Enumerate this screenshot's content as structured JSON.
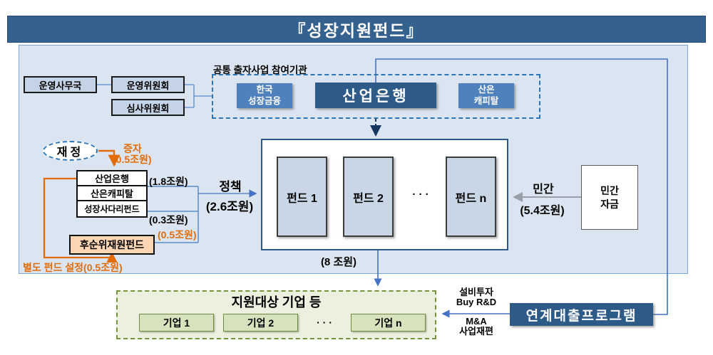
{
  "title": "『성장지원펀드』",
  "governance": {
    "office": "운영사무국",
    "steering": "운영위원회",
    "review": "심사위원회"
  },
  "participants": {
    "label": "공통 출자사업 참여기관",
    "kgf_line1": "한국",
    "kgf_line2": "성장금융",
    "kdb": "산업은행",
    "kdbc_line1": "산은",
    "kdbc_line2": "캐피탈"
  },
  "finance": {
    "label": "재정",
    "increase_label": "증자",
    "increase_amount": "(0.5조원)",
    "sources": [
      "산업은행",
      "산은캐피탈",
      "성장사다리펀드"
    ],
    "amount_kdb": "(1.8조원)",
    "amount_ladder": "(0.3조원)",
    "amount_sub": "(0.5조원)",
    "subordinate_fund": "후순위재원펀드",
    "separate_fund_note": "별도 펀드 설정(0.5조원)"
  },
  "policy": {
    "label": "정책",
    "amount": "(2.6조원)"
  },
  "funds": {
    "items": [
      "펀드 1",
      "펀드 2",
      "펀드 n"
    ],
    "dots": "· · ·",
    "total": "(8 조원)"
  },
  "private": {
    "label": "민간",
    "amount": "(5.4조원)",
    "box_line1": "민간",
    "box_line2": "자금"
  },
  "target": {
    "title": "지원대상 기업 등",
    "companies": [
      "기업 1",
      "기업 2",
      "기업 n"
    ],
    "dots": "· · ·"
  },
  "loan": {
    "purpose_top_line1": "설비투자",
    "purpose_top_line2": "Buy R&D",
    "purpose_bottom_line1": "M&A",
    "purpose_bottom_line2": "사업재편",
    "program": "연계대출프로그램"
  },
  "colors": {
    "title_bar": "#35618F",
    "dark_blue": "#2E5A88",
    "medium_blue": "#4F81BD",
    "container_fill": "#DBE5F1",
    "box_blue": "#C9D6E6",
    "connector_blue": "#4472C4",
    "orange": "#E36C0A",
    "peach": "#FCD5B4",
    "green_fill": "#EBF1DE",
    "green_border": "#77933C",
    "green_box": "#D6E3BC",
    "gray_arrow": "#9AA0A8"
  }
}
